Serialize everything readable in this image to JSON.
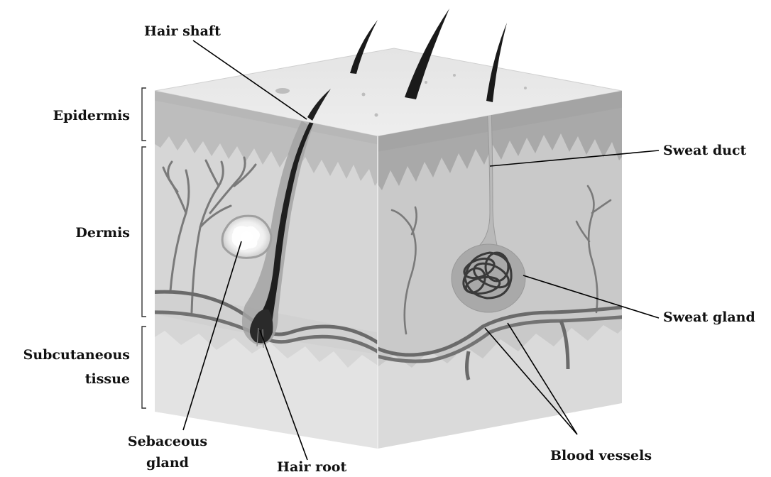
{
  "labels": {
    "hair_shaft": "Hair shaft",
    "epidermis": "Epidermis",
    "dermis": "Dermis",
    "subcutaneous_line1": "Subcutaneous",
    "subcutaneous_line2": "tissue",
    "sweat_duct": "Sweat duct",
    "sweat_gland": "Sweat gland",
    "sebaceous_line1": "Sebaceous",
    "sebaceous_line2": "gland",
    "hair_root": "Hair root",
    "blood_vessels": "Blood vessels"
  },
  "colors": {
    "skin_surface": "#e6e6e6",
    "epidermis_front": "#bdbdbd",
    "epidermis_side": "#a9a9a9",
    "dermis_front": "#d6d6d6",
    "dermis_side": "#c9c9c9",
    "subcutaneous_front": "#e4e4e4",
    "subcutaneous_side": "#d9d9d9",
    "vessel": "#6a6a6a",
    "hair": "#1a1a1a"
  }
}
